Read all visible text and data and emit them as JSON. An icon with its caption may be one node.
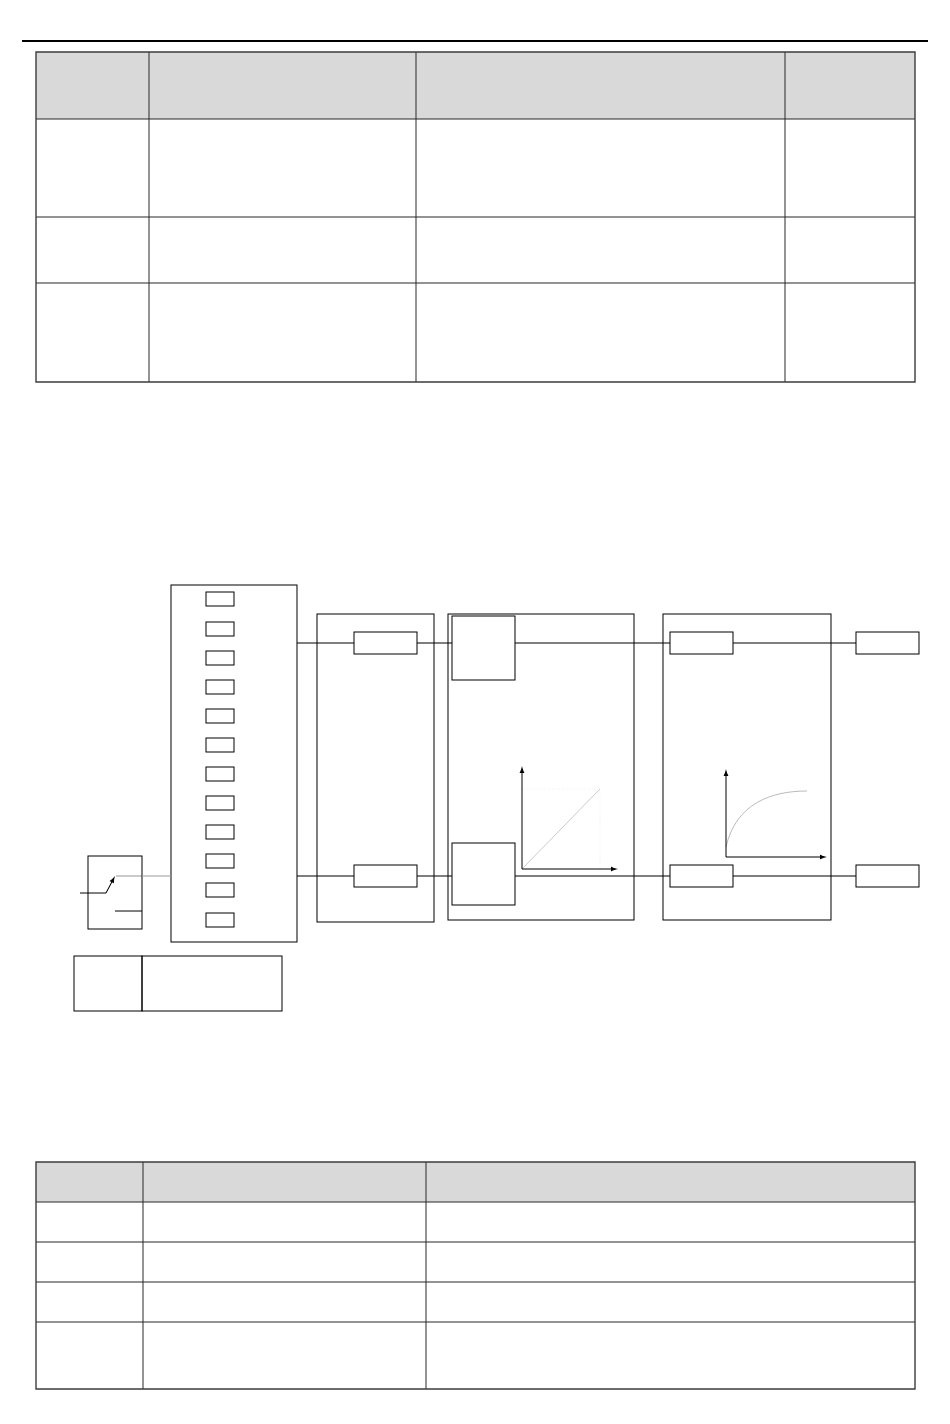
{
  "diagram": {
    "nodes": [
      {
        "text": [],
        "shape": "box"
      },
      {
        "text": [],
        "shape": "box",
        "in": 0
      },
      {
        "text": [],
        "shape": "box",
        "in": 0
      },
      {
        "text": [],
        "shape": "box",
        "in": 0
      },
      {
        "text": [],
        "shape": "box",
        "in": 0
      },
      {
        "text": [],
        "shape": "box",
        "in": 0
      },
      {
        "text": [],
        "shape": "box",
        "in": 0
      },
      {
        "text": [],
        "shape": "box",
        "in": 0
      },
      {
        "text": [],
        "shape": "box",
        "in": 0
      },
      {
        "text": [],
        "shape": "box",
        "in": 0
      },
      {
        "text": [],
        "shape": "box",
        "in": 0
      },
      {
        "text": [],
        "shape": "box",
        "in": 0
      },
      {
        "text": [],
        "shape": "box",
        "in": 0
      },
      {
        "text": [],
        "shape": "box"
      },
      {
        "text": [],
        "shape": "box"
      },
      {
        "text": [],
        "shape": "box",
        "in": 14
      },
      {
        "text": [],
        "shape": "box",
        "in": 14
      },
      {
        "text": [],
        "shape": "box"
      },
      {
        "text": [],
        "shape": "box",
        "in": 17
      },
      {
        "text": [],
        "shape": "box",
        "in": 17
      },
      {
        "text": [],
        "shape": "box"
      },
      {
        "text": [],
        "shape": "box",
        "in": 20
      },
      {
        "text": [],
        "shape": "box",
        "in": 20
      },
      {
        "text": [],
        "shape": "box"
      },
      {
        "text": [],
        "shape": "box"
      },
      {
        "text": [],
        "shape": "box"
      },
      {
        "text": [],
        "shape": "box"
      }
    ],
    "edges": [
      {
        "from": 0,
        "to": 15,
        "arrow": "none"
      },
      {
        "from": 15,
        "to": 18,
        "arrow": "none"
      },
      {
        "from": 18,
        "to": 21,
        "arrow": "none"
      },
      {
        "from": 21,
        "to": 23,
        "arrow": "none"
      },
      {
        "from": 0,
        "to": 16,
        "arrow": "none"
      },
      {
        "from": 16,
        "to": 19,
        "arrow": "none"
      },
      {
        "from": 19,
        "to": 22,
        "arrow": "none"
      },
      {
        "from": 22,
        "to": 24,
        "arrow": "none"
      },
      {
        "from": 13,
        "to": 0,
        "arrow": "none",
        "color": "#999999"
      }
    ]
  }
}
